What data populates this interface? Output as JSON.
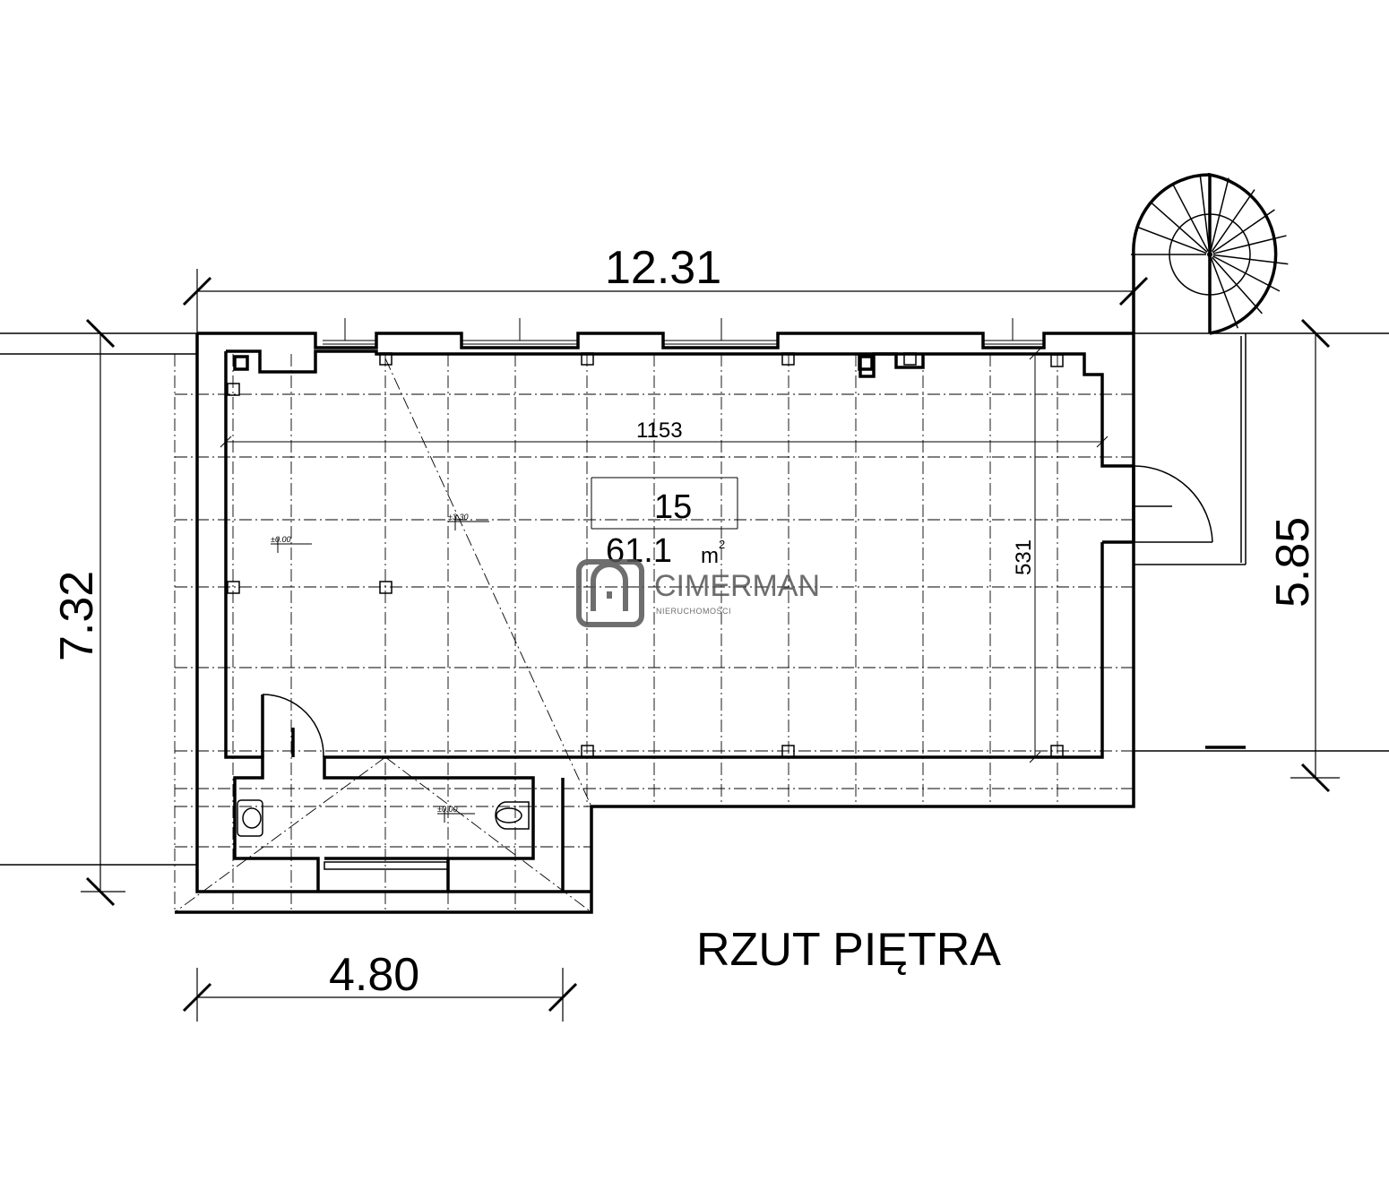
{
  "title": "RZUT PIĘTRA",
  "dimensions": {
    "total_width": "12.31",
    "inner_width": "1153",
    "left_height": "7.32",
    "right_height": "5.85",
    "inner_depth": "531",
    "bottom_width": "4.80"
  },
  "room": {
    "number": "15",
    "area": "61.1",
    "unit": "m",
    "unit_sup": "2"
  },
  "levels": {
    "main": "±0.00",
    "ramp": "±3.30",
    "wc": "±0.00"
  },
  "watermark": {
    "brand": "CIMERMAN",
    "sub": "NIERUCHOMOŚCI"
  }
}
